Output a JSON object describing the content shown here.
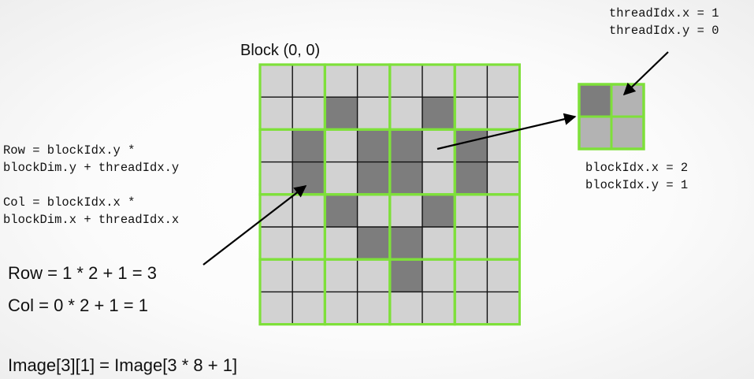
{
  "block_title": "Block (0, 0)",
  "thread_idx": {
    "x": "threadIdx.x = 1",
    "y": "threadIdx.y = 0"
  },
  "row_formula": {
    "line1": "Row = blockIdx.y *",
    "line2": "blockDim.y + threadIdx.y"
  },
  "col_formula": {
    "line1": "Col = blockIdx.x *",
    "line2": "blockDim.x + threadIdx.x"
  },
  "block_idx": {
    "x": "blockIdx.x = 2",
    "y": "blockIdx.y = 1"
  },
  "row_calc": "Row = 1 * 2 + 1 = 3",
  "col_calc": "Col = 0 * 2 + 1 = 1",
  "image_calc": "Image[3][1] = Image[3 * 8 + 1]",
  "grid": {
    "rows": 8,
    "cols": 8,
    "block_size": 2,
    "dark_cells": [
      [
        1,
        2
      ],
      [
        1,
        5
      ],
      [
        2,
        1
      ],
      [
        2,
        3
      ],
      [
        2,
        4
      ],
      [
        2,
        6
      ],
      [
        3,
        1
      ],
      [
        3,
        3
      ],
      [
        3,
        4
      ],
      [
        3,
        6
      ],
      [
        4,
        2
      ],
      [
        4,
        5
      ],
      [
        5,
        3
      ],
      [
        5,
        4
      ],
      [
        6,
        4
      ]
    ]
  },
  "zoom_block": {
    "dark_cells": [
      [
        0,
        0
      ]
    ]
  },
  "colors": {
    "light_cell": "#d2d2d2",
    "medium_cell": "#b3b3b3",
    "dark_cell": "#7d7d7d",
    "grid_line": "#111111",
    "block_border": "#7ee03a"
  }
}
